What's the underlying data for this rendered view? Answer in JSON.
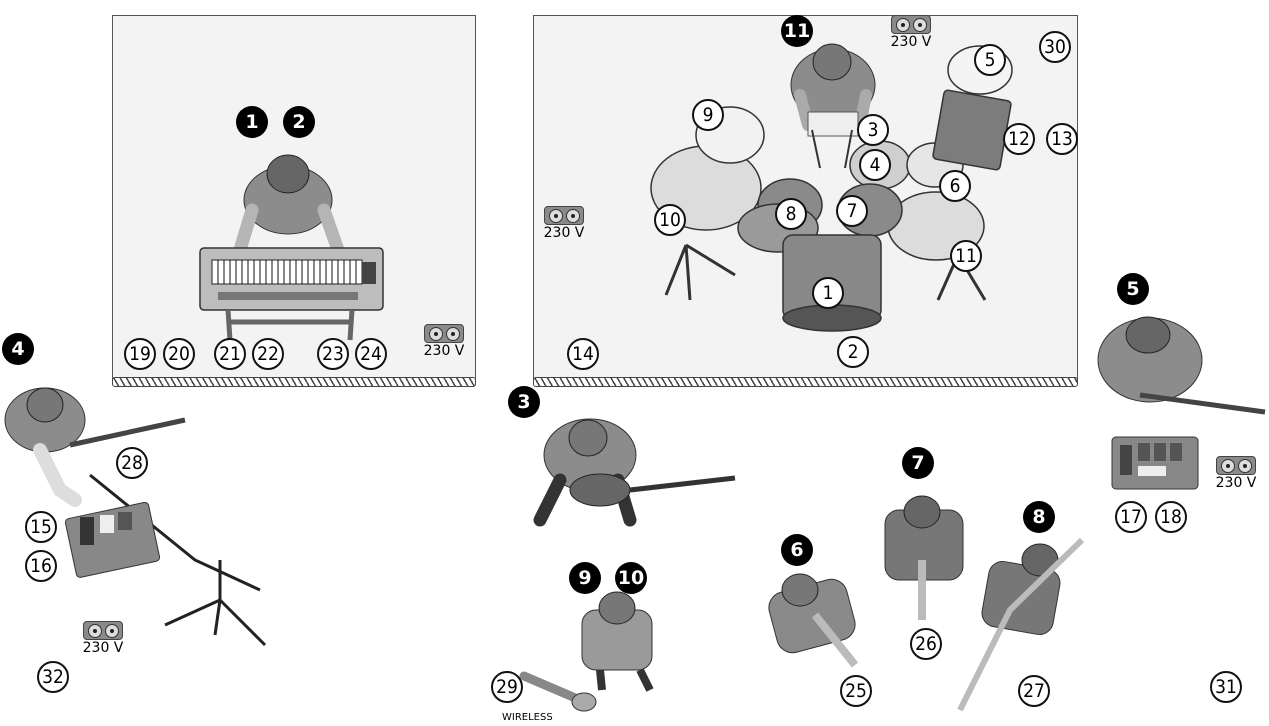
{
  "power_label": "230 V",
  "wireless_label": "WIRELESS",
  "badges": {
    "keys_a": "1",
    "keys_b": "2",
    "guitar_center": "3",
    "guitar_left": "4",
    "guitar_right": "5",
    "trumpet_left": "6",
    "trumpet_mid": "7",
    "trombone": "8",
    "vocal_a": "9",
    "vocal_b": "10",
    "drummer": "11"
  },
  "drum_labels": {
    "kick": "1",
    "floor": "2",
    "snare_top": "3",
    "snare": "4",
    "tom_hi_pad": "5",
    "hihat": "6",
    "tom_right": "7",
    "tom_left": "8",
    "crash_left": "9",
    "crash_stand": "10",
    "ride": "11",
    "pad_a": "12",
    "pad_b": "13"
  },
  "numbers": {
    "n14": "14",
    "n15": "15",
    "n16": "16",
    "n17": "17",
    "n18": "18",
    "n19": "19",
    "n20": "20",
    "n21": "21",
    "n22": "22",
    "n23": "23",
    "n24": "24",
    "n25": "25",
    "n26": "26",
    "n27": "27",
    "n28": "28",
    "n29": "29",
    "n30": "30",
    "n31": "31",
    "n32": "32"
  }
}
